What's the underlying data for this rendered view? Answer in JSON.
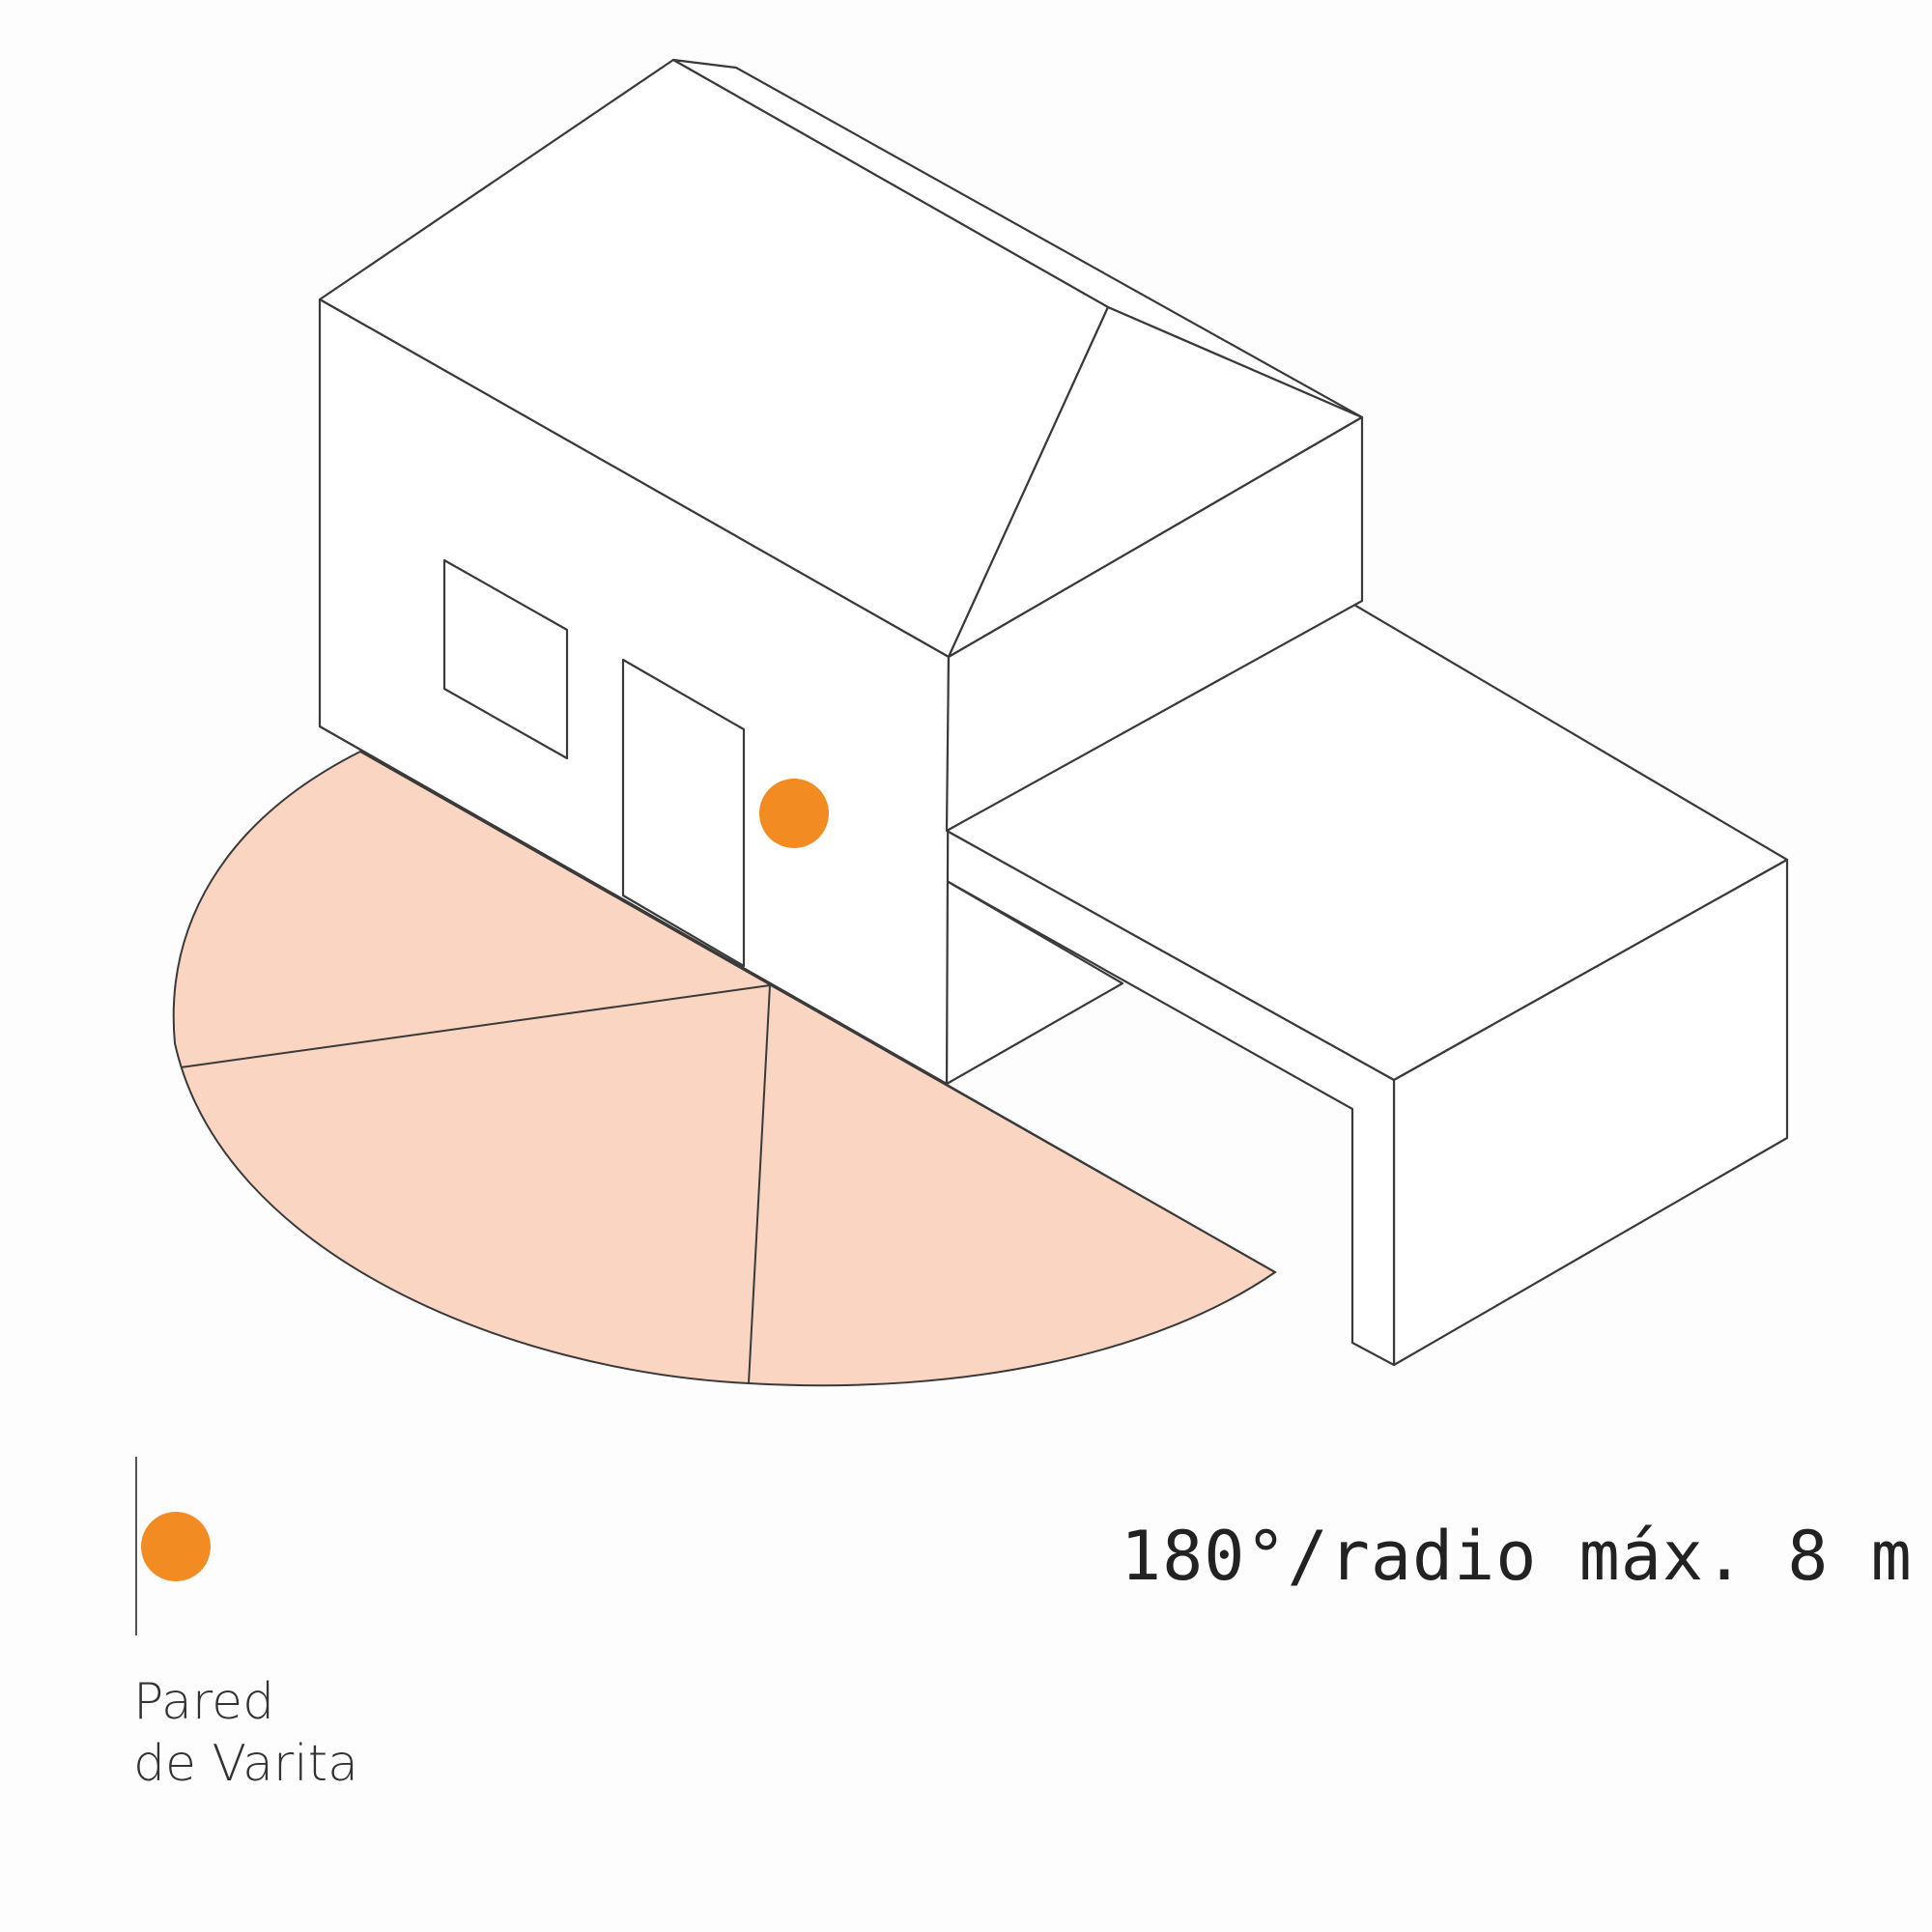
{
  "colors": {
    "background": "#fdfdfd",
    "outline": "#3a3a3a",
    "coverage_fill": "#f9d5c2",
    "sensor": "#f28c22",
    "building_fill": "#ffffff"
  },
  "diagram": {
    "subject": "isometric house with attached garage",
    "coverage_angle_deg": 180,
    "coverage_segments": 3
  },
  "legend": {
    "icon": "orange-dot-icon",
    "label_line1": "Pared",
    "label_line2": "de Varita"
  },
  "coverage": {
    "text": "180°/radio máx. 8 m"
  }
}
